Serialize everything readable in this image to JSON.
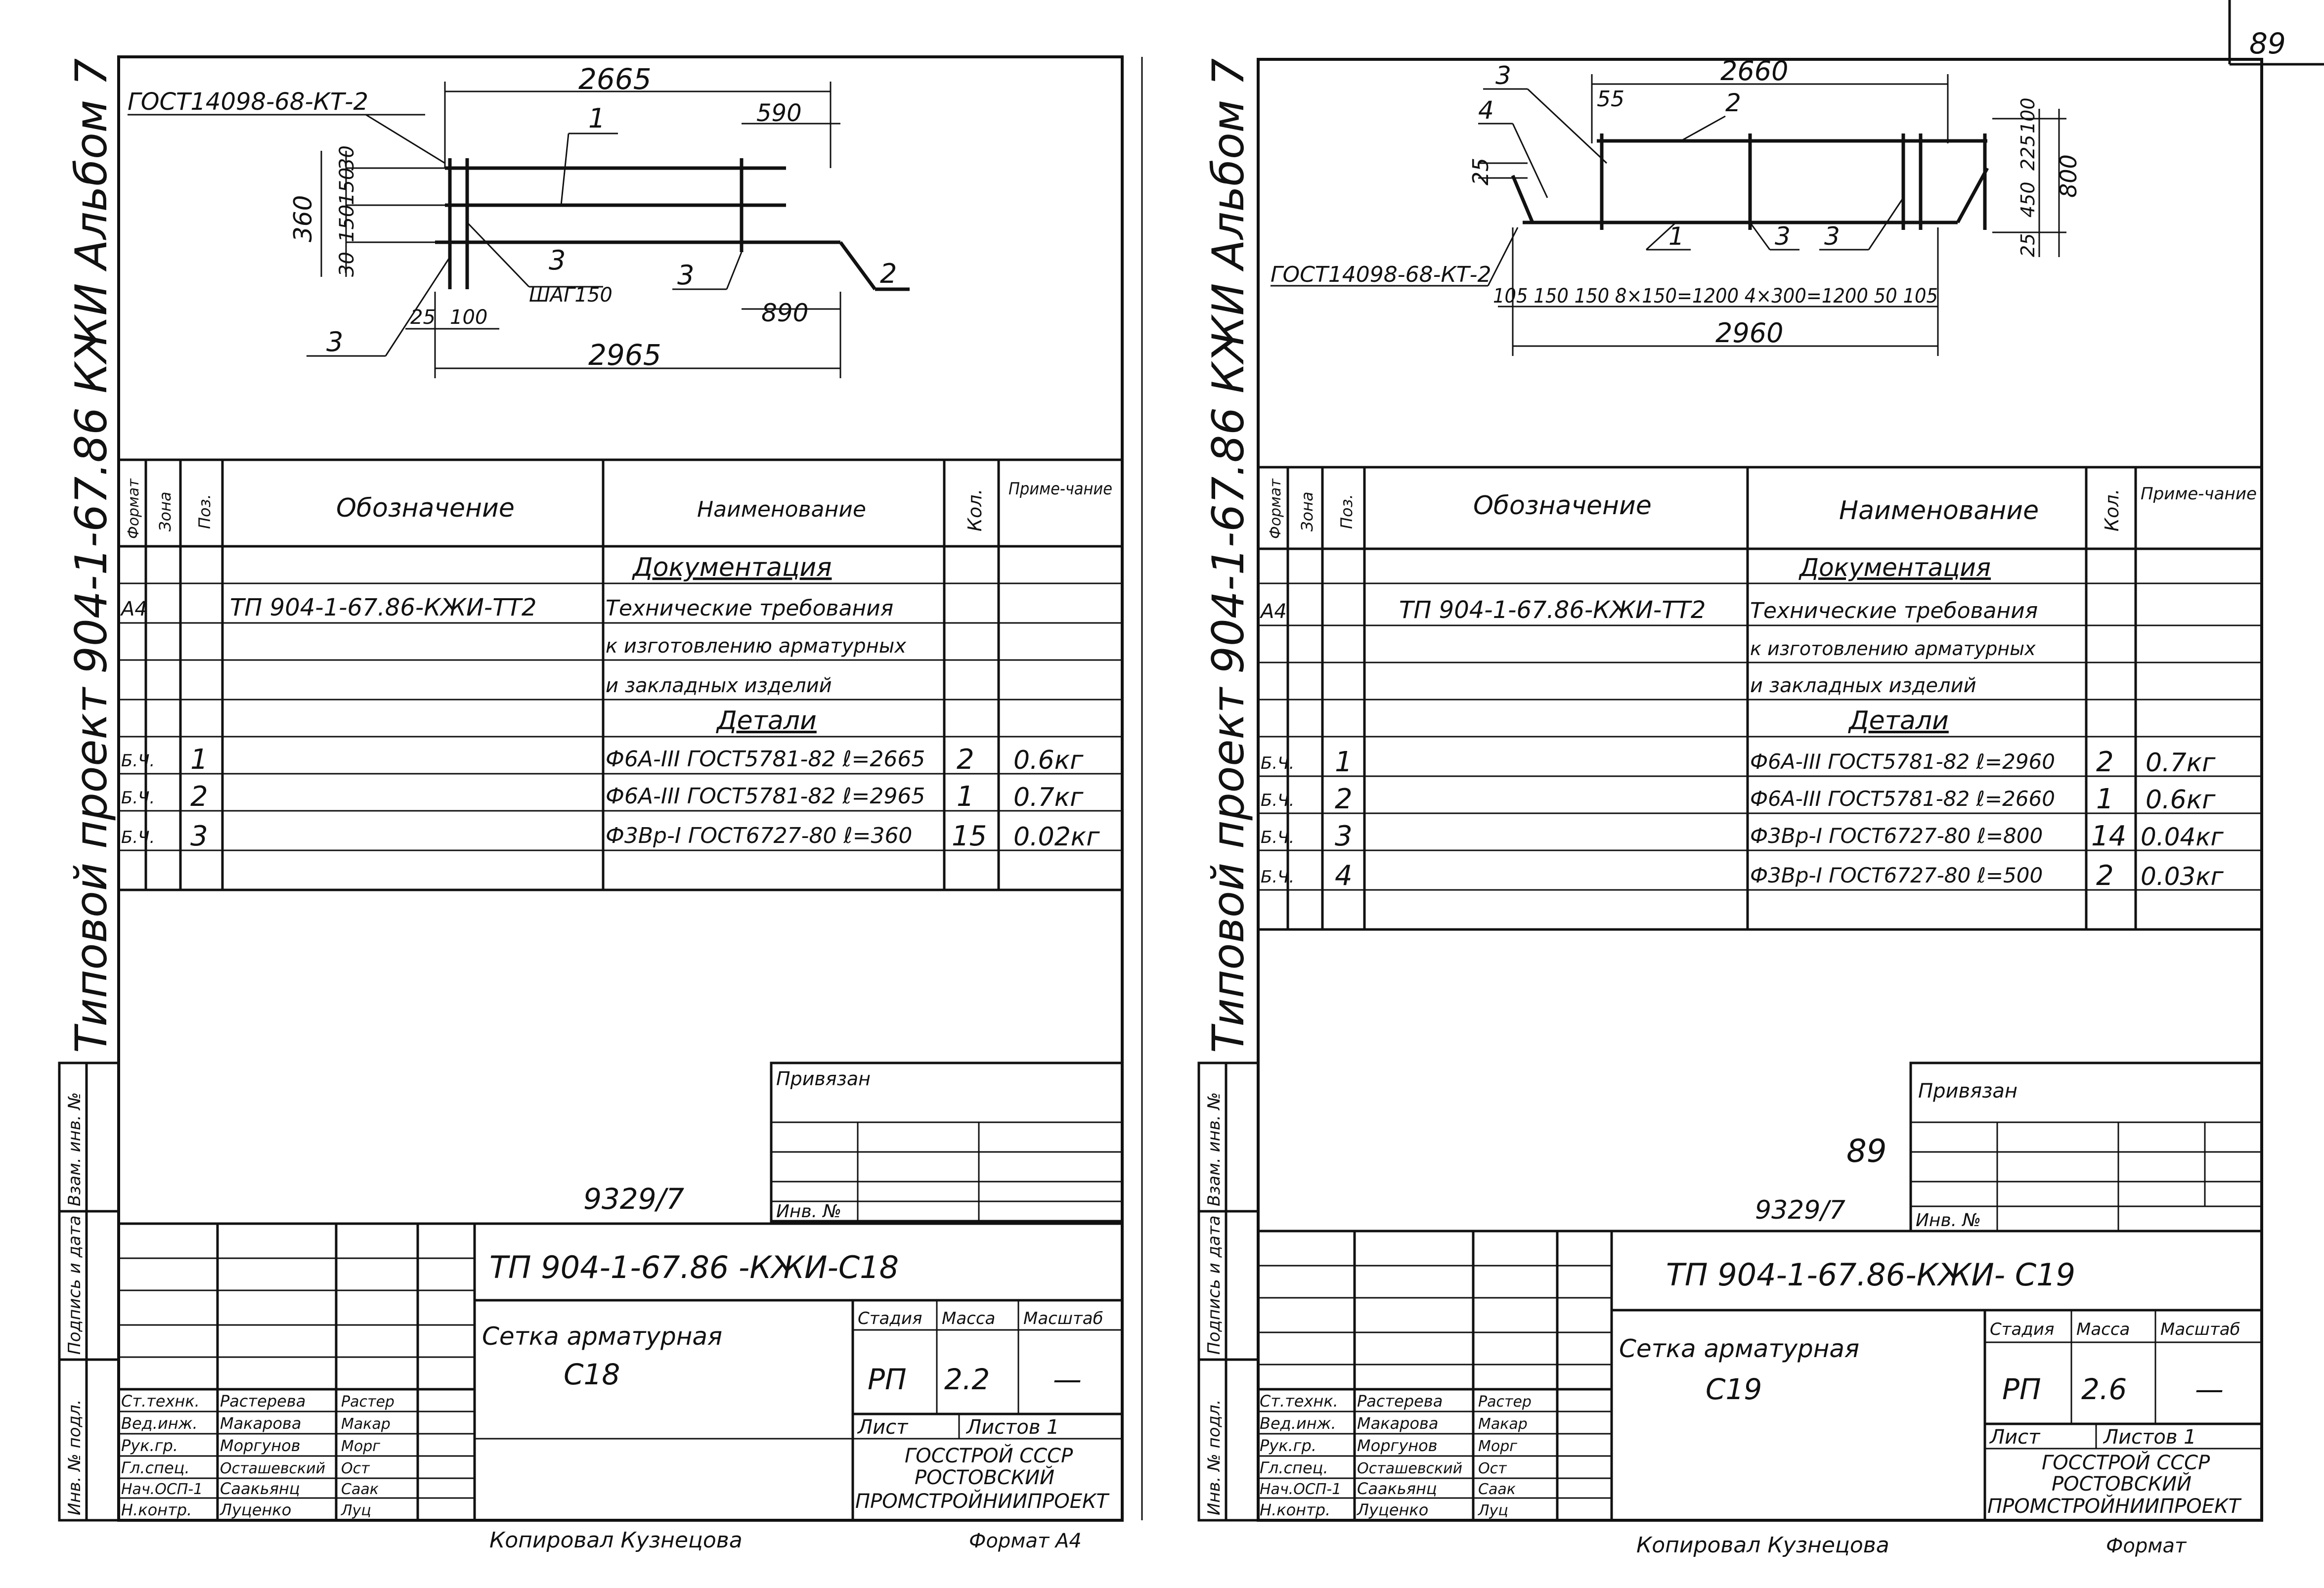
{
  "page_number": "89",
  "left": {
    "side_text": "Типовой проект 904-1-67.86 КЖИ Альбом 7",
    "drawing": {
      "gost_label": "ГОСТ14098-68-КТ-2",
      "dims": {
        "top_length": "2665",
        "right_offset": "590",
        "v360": "360",
        "v30a": "30",
        "v150a": "150",
        "v150b": "150",
        "v30b": "30",
        "pos1": "1",
        "pos3a": "3",
        "step": "ШАГ150",
        "pos3b": "3",
        "pos2": "2",
        "d890": "890",
        "pos3c": "3",
        "d25": "25",
        "d100": "100",
        "bottom_length": "2965"
      }
    },
    "spec": {
      "headers": {
        "format": "Формат",
        "zone": "Зона",
        "pos": "Поз.",
        "designation": "Обозначение",
        "name": "Наименование",
        "qty": "Кол.",
        "note": "Приме-чание"
      },
      "section_docs": "Документация",
      "section_parts": "Детали",
      "rows": [
        {
          "format": "А4",
          "pos": "",
          "designation": "ТП 904-1-67.86-КЖИ-ТТ2",
          "name": "Технические требования",
          "qty": "",
          "note": ""
        },
        {
          "format": "",
          "pos": "",
          "designation": "",
          "name": "к изготовлению арматурных",
          "qty": "",
          "note": ""
        },
        {
          "format": "",
          "pos": "",
          "designation": "",
          "name": "и закладных изделий",
          "qty": "",
          "note": ""
        },
        {
          "format": "Б.Ч.",
          "pos": "1",
          "designation": "",
          "name": "Ф6А-III ГОСТ5781-82 ℓ=2665",
          "qty": "2",
          "note": "0.6кг"
        },
        {
          "format": "Б.Ч.",
          "pos": "2",
          "designation": "",
          "name": "Ф6А-III ГОСТ5781-82 ℓ=2965",
          "qty": "1",
          "note": "0.7кг"
        },
        {
          "format": "Б.Ч.",
          "pos": "3",
          "designation": "",
          "name": "Ф3Вр-I ГОСТ6727-80 ℓ=360",
          "qty": "15",
          "note": "0.02кг"
        }
      ]
    },
    "privyazan": "Привязан",
    "inv_no_label": "Инв. №",
    "archive_no": "9329/7",
    "side_stamp": [
      "Взам. инв. №",
      "Подпись и дата",
      "Инв. № подл."
    ],
    "title_block": {
      "code": "ТП 904-1-67.86 -КЖИ-С18",
      "title_line1": "Сетка арматурная",
      "title_line2": "С18",
      "stage_label": "Стадия",
      "mass_label": "Масса",
      "scale_label": "Масштаб",
      "stage": "РП",
      "mass": "2.2",
      "scale": "—",
      "sheet_label": "Лист",
      "sheets_label": "Листов 1",
      "org_line1": "ГОССТРОЙ СССР",
      "org_line2": "РОСТОВСКИЙ",
      "org_line3": "ПРОМСТРОЙНИИПРОЕКТ",
      "people": [
        {
          "role": "Ст.технк.",
          "name": "Растерева",
          "sign": "Растер"
        },
        {
          "role": "Вед.инж.",
          "name": "Макарова",
          "sign": "Макар"
        },
        {
          "role": "Рук.гр.",
          "name": "Моргунов",
          "sign": "Морг"
        },
        {
          "role": "Гл.спец.",
          "name": "Осташевский",
          "sign": "Ост"
        },
        {
          "role": "Нач.ОСП-1",
          "name": "Саакьянц",
          "sign": "Саак"
        },
        {
          "role": "Н.контр.",
          "name": "Луценко",
          "sign": "Луц"
        }
      ]
    },
    "copied": "Копировал Кузнецова",
    "format": "Формат А4"
  },
  "right": {
    "side_text": "Типовой проект 904-1-67.86 КЖИ Альбом 7",
    "drawing": {
      "gost_label": "ГОСТ14098-68-КТ-2",
      "dims": {
        "top_length": "2660",
        "pos3": "3",
        "pos4": "4",
        "d55": "55",
        "pos2": "2",
        "d25": "25",
        "v100": "100",
        "v225": "225",
        "v450": "450",
        "v25": "25",
        "v800": "800",
        "pos1": "1",
        "pos3a": "3",
        "pos3b": "3",
        "chain": "105 150 150 8×150=1200 4×300=1200 50 105",
        "bottom_length": "2960"
      }
    },
    "spec": {
      "headers": {
        "format": "Формат",
        "zone": "Зона",
        "pos": "Поз.",
        "designation": "Обозначение",
        "name": "Наименование",
        "qty": "Кол.",
        "note": "Приме-чание"
      },
      "section_docs": "Документация",
      "section_parts": "Детали",
      "rows": [
        {
          "format": "А4",
          "pos": "",
          "designation": "ТП 904-1-67.86-КЖИ-ТТ2",
          "name": "Технические требования",
          "qty": "",
          "note": ""
        },
        {
          "format": "",
          "pos": "",
          "designation": "",
          "name": "к изготовлению арматурных",
          "qty": "",
          "note": ""
        },
        {
          "format": "",
          "pos": "",
          "designation": "",
          "name": "и закладных изделий",
          "qty": "",
          "note": ""
        },
        {
          "format": "Б.Ч.",
          "pos": "1",
          "designation": "",
          "name": "Ф6А-III ГОСТ5781-82 ℓ=2960",
          "qty": "2",
          "note": "0.7кг"
        },
        {
          "format": "Б.Ч.",
          "pos": "2",
          "designation": "",
          "name": "Ф6А-III ГОСТ5781-82 ℓ=2660",
          "qty": "1",
          "note": "0.6кг"
        },
        {
          "format": "Б.Ч.",
          "pos": "3",
          "designation": "",
          "name": "Ф3Вр-I ГОСТ6727-80 ℓ=800",
          "qty": "14",
          "note": "0.04кг"
        },
        {
          "format": "Б.Ч.",
          "pos": "4",
          "designation": "",
          "name": "Ф3Вр-I ГОСТ6727-80 ℓ=500",
          "qty": "2",
          "note": "0.03кг"
        }
      ]
    },
    "privyazan": "Привязан",
    "inv_no_label": "Инв. №",
    "archive_no": "9329/7",
    "extra_no": "89",
    "side_stamp": [
      "Взам. инв. №",
      "Подпись и дата",
      "Инв. № подл."
    ],
    "title_block": {
      "code": "ТП 904-1-67.86-КЖИ- С19",
      "title_line1": "Сетка арматурная",
      "title_line2": "С19",
      "stage_label": "Стадия",
      "mass_label": "Масса",
      "scale_label": "Масштаб",
      "stage": "РП",
      "mass": "2.6",
      "scale": "—",
      "sheet_label": "Лист",
      "sheets_label": "Листов 1",
      "org_line1": "ГОССТРОЙ СССР",
      "org_line2": "РОСТОВСКИЙ",
      "org_line3": "ПРОМСТРОЙНИИПРОЕКТ",
      "people": [
        {
          "role": "Ст.технк.",
          "name": "Растерева",
          "sign": "Растер"
        },
        {
          "role": "Вед.инж.",
          "name": "Макарова",
          "sign": "Макар"
        },
        {
          "role": "Рук.гр.",
          "name": "Моргунов",
          "sign": "Морг"
        },
        {
          "role": "Гл.спец.",
          "name": "Осташевский",
          "sign": "Ост"
        },
        {
          "role": "Нач.ОСП-1",
          "name": "Саакьянц",
          "sign": "Саак"
        },
        {
          "role": "Н.контр.",
          "name": "Луценко",
          "sign": "Луц"
        }
      ]
    },
    "copied": "Копировал Кузнецова",
    "format": "Формат"
  }
}
